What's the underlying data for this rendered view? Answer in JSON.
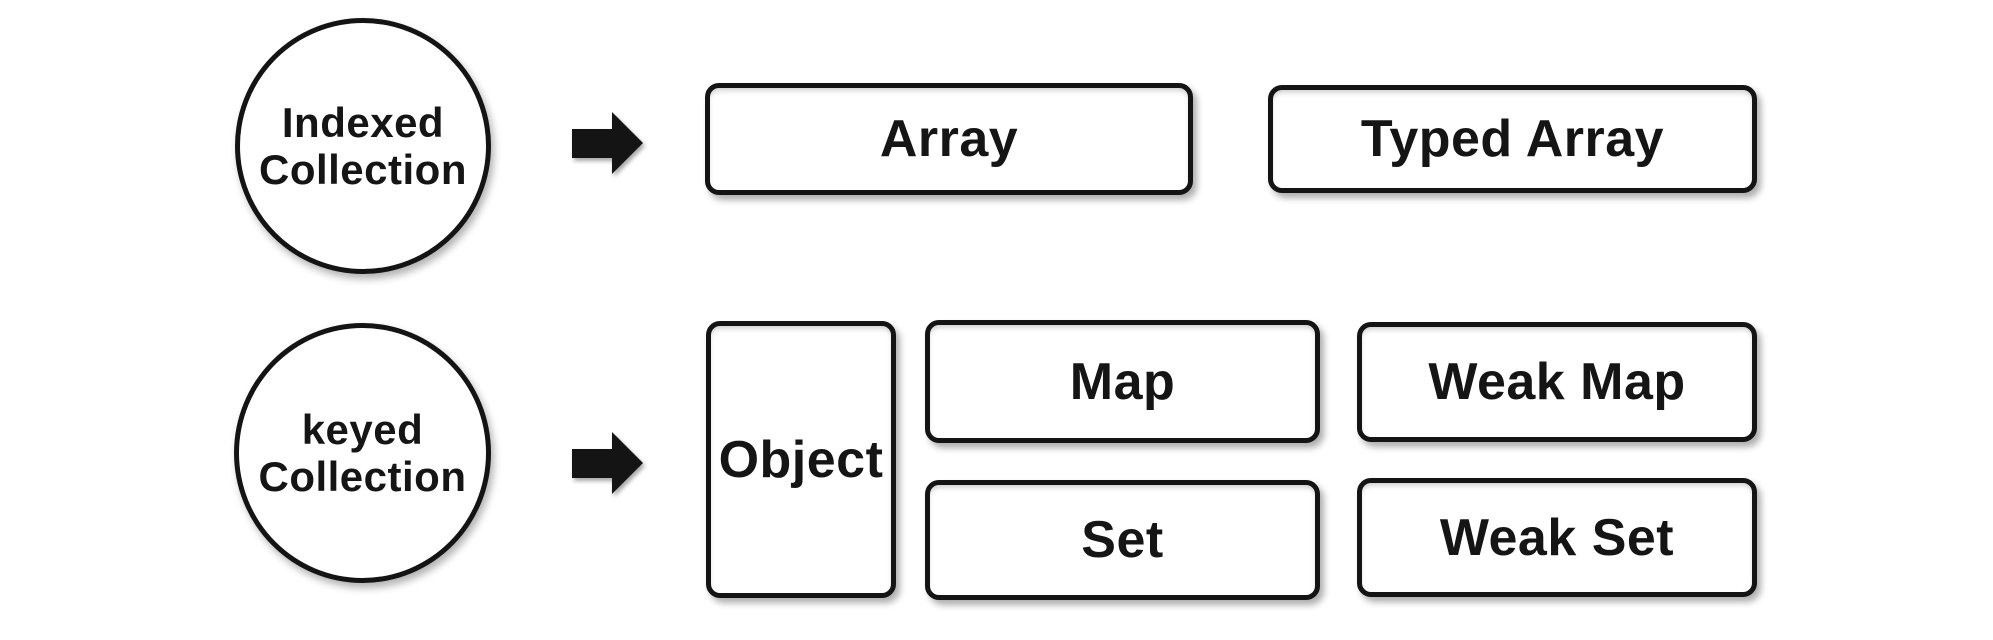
{
  "colors": {
    "background": "#ffffff",
    "ink": "#141414"
  },
  "diagram": {
    "rows": [
      {
        "source": {
          "label": "Indexed\nCollection"
        },
        "arrow": "right-arrow",
        "targets": [
          {
            "label": "Array"
          },
          {
            "label": "Typed Array"
          }
        ]
      },
      {
        "source": {
          "label": "keyed\nCollection"
        },
        "arrow": "right-arrow",
        "targets": [
          {
            "label": "Object"
          },
          {
            "label": "Map"
          },
          {
            "label": "Weak Map"
          },
          {
            "label": "Set"
          },
          {
            "label": "Weak Set"
          }
        ]
      }
    ]
  }
}
